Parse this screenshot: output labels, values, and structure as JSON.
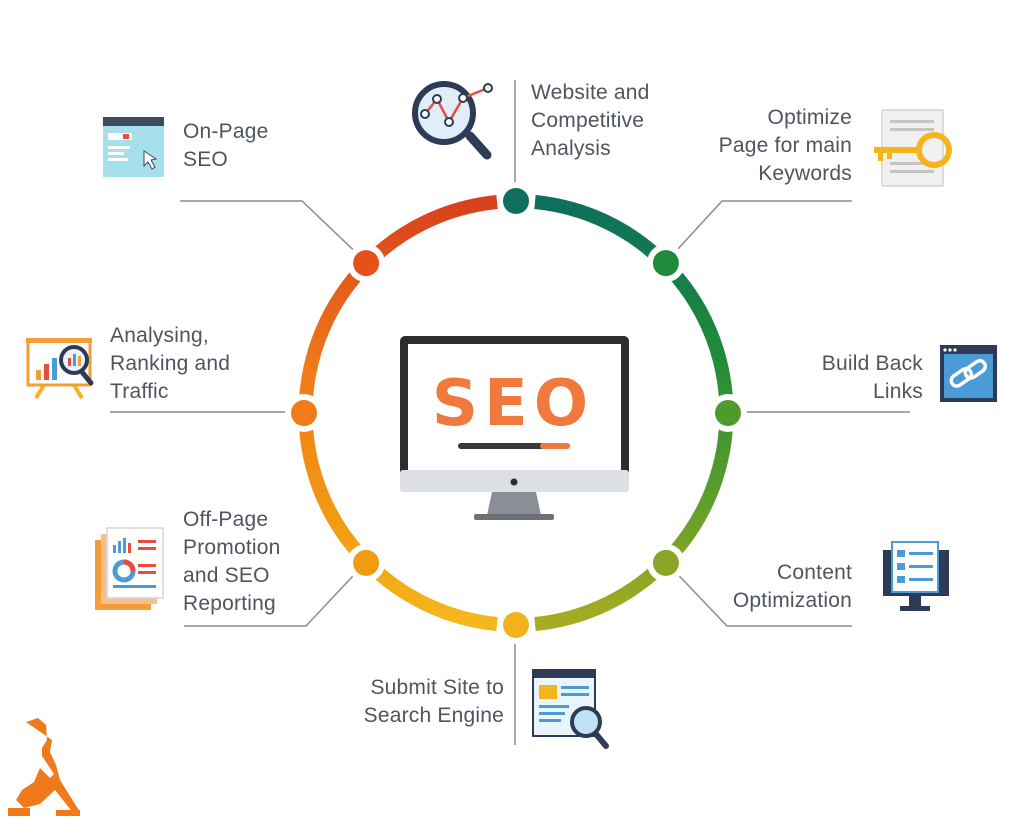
{
  "center": {
    "text": "SEO"
  },
  "steps": [
    {
      "id": "website-analysis",
      "label": "Website and\nCompetitive\nAnalysis",
      "color": "#0e6f5c",
      "icon": "magnifier-chart-icon"
    },
    {
      "id": "optimize-keywords",
      "label": "Optimize\nPage for main\nKeywords",
      "color": "#1f8a3a",
      "icon": "key-document-icon"
    },
    {
      "id": "build-back-links",
      "label": "Build Back\nLinks",
      "color": "#4f9a2c",
      "icon": "chain-link-icon"
    },
    {
      "id": "content-optimization",
      "label": "Content\nOptimization",
      "color": "#8aa526",
      "icon": "checklist-monitor-icon"
    },
    {
      "id": "submit-site",
      "label": "Submit Site to\nSearch Engine",
      "color": "#f3b21c",
      "icon": "search-document-icon"
    },
    {
      "id": "off-page-promotion",
      "label": "Off-Page\nPromotion\nand SEO\nReporting",
      "color": "#f29a12",
      "icon": "report-pages-icon"
    },
    {
      "id": "analysing-ranking",
      "label": "Analysing,\nRanking and\nTraffic",
      "color": "#f07b18",
      "icon": "easel-chart-icon"
    },
    {
      "id": "on-page-seo",
      "label": "On-Page\nSEO",
      "color": "#e5501b",
      "icon": "browser-window-icon"
    }
  ],
  "colors": {
    "seo_orange": "#f07a3e",
    "monitor_dark": "#2d2d2d",
    "label_gray": "#4e5560",
    "line_gray": "#8c8c8c"
  }
}
